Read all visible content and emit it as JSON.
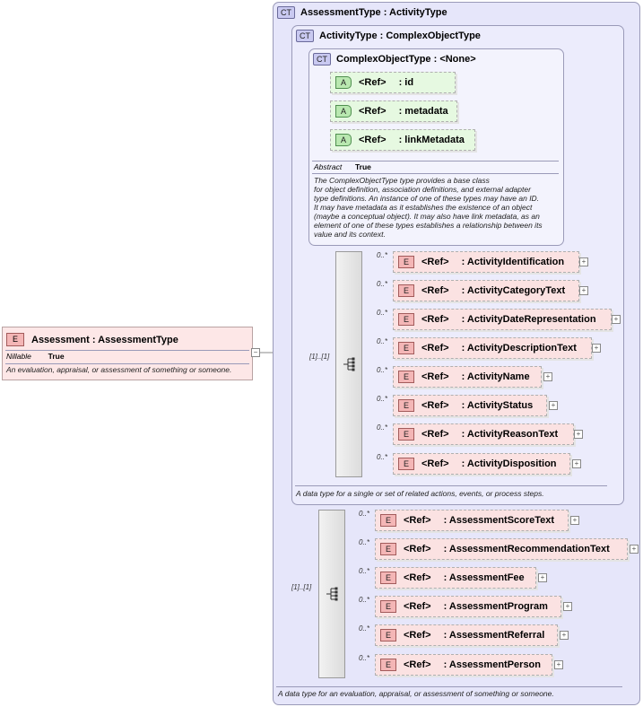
{
  "root": {
    "badge": "E",
    "title": "Assessment : AssessmentType",
    "prop_key": "Nillable",
    "prop_value": "True",
    "description": "An evaluation, appraisal, or assessment of something or someone."
  },
  "assessment_type": {
    "badge": "CT",
    "title": "AssessmentType : ActivityType",
    "description": "A data type for an evaluation, appraisal, or assessment of something or someone.",
    "sequence_cardinality": "[1]..[1]",
    "elements": [
      {
        "multiplicity": "0..*",
        "ref": "<Ref>",
        "name": ": AssessmentScoreText"
      },
      {
        "multiplicity": "0..*",
        "ref": "<Ref>",
        "name": ": AssessmentRecommendationText"
      },
      {
        "multiplicity": "0..*",
        "ref": "<Ref>",
        "name": ": AssessmentFee"
      },
      {
        "multiplicity": "0..*",
        "ref": "<Ref>",
        "name": ": AssessmentProgram"
      },
      {
        "multiplicity": "0..*",
        "ref": "<Ref>",
        "name": ": AssessmentReferral"
      },
      {
        "multiplicity": "0..*",
        "ref": "<Ref>",
        "name": ": AssessmentPerson"
      }
    ]
  },
  "activity_type": {
    "badge": "CT",
    "title": "ActivityType : ComplexObjectType",
    "description": "A data type for a single or set of related actions, events, or process steps.",
    "sequence_cardinality": "[1]..[1]",
    "elements": [
      {
        "multiplicity": "0..*",
        "ref": "<Ref>",
        "name": ": ActivityIdentification"
      },
      {
        "multiplicity": "0..*",
        "ref": "<Ref>",
        "name": ": ActivityCategoryText"
      },
      {
        "multiplicity": "0..*",
        "ref": "<Ref>",
        "name": ": ActivityDateRepresentation"
      },
      {
        "multiplicity": "0..*",
        "ref": "<Ref>",
        "name": ": ActivityDescriptionText"
      },
      {
        "multiplicity": "0..*",
        "ref": "<Ref>",
        "name": ": ActivityName"
      },
      {
        "multiplicity": "0..*",
        "ref": "<Ref>",
        "name": ": ActivityStatus"
      },
      {
        "multiplicity": "0..*",
        "ref": "<Ref>",
        "name": ": ActivityReasonText"
      },
      {
        "multiplicity": "0..*",
        "ref": "<Ref>",
        "name": ": ActivityDisposition"
      }
    ]
  },
  "complex_object_type": {
    "badge": "CT",
    "title": "ComplexObjectType : <None>",
    "attributes": [
      {
        "badge": "A",
        "ref": "<Ref>",
        "name": ": id"
      },
      {
        "badge": "A",
        "ref": "<Ref>",
        "name": ": metadata"
      },
      {
        "badge": "A",
        "ref": "<Ref>",
        "name": ": linkMetadata"
      }
    ],
    "prop_key": "Abstract",
    "prop_value": "True",
    "description_lines": [
      "The ComplexObjectType type provides a base class",
      "for object definition, association definitions, and external adapter",
      "type definitions. An instance of one of these types may have an ID.",
      "It may have metadata as it establishes the existence of an object",
      "(maybe a conceptual object). It may also have link metadata, as an",
      "element of one of these types establishes a relationship between its",
      "value and its context."
    ]
  },
  "colors": {
    "element_fill": "#fbe2e2",
    "attribute_fill": "#e6f9e1",
    "complex_type_fill": "#e9e9fb",
    "border": "#9a9ab8"
  }
}
